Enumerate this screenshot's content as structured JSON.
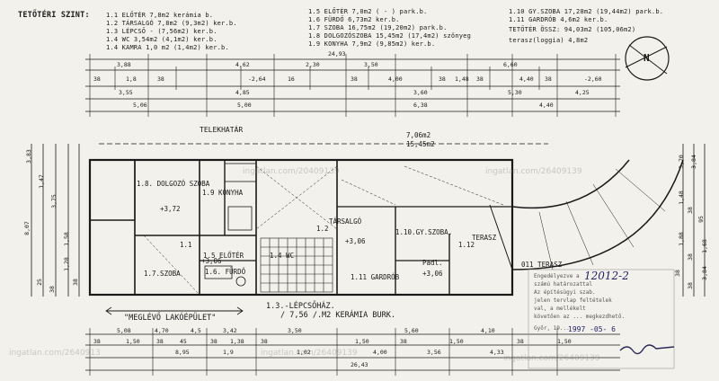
{
  "legend": {
    "title": "TETŐTÉRI SZINT:",
    "col1": [
      "1.1 ELŐTÉR      7,8m2        kerámia b.",
      "1.2 TÁRSALGÓ    7,8m2 (9,3m2) ker.b.",
      "1.3 LÉPCSŐ      -   (7,56m2) ker.b.",
      "1.4 WC          3,54m2 (4,1m2) ker.b.",
      "1.4 KAMRA       1,0 m2 (1,4m2) ker.b."
    ],
    "col2": [
      "1.5 ELŐTÉR      7,0m2 (  -   ) park.b.",
      "1.6 FÜRDŐ       6,73m2        ker.b.",
      "1.7 SZOBA      16,75m2 (19,20m2) park.b.",
      "1.8 DOLGOZÓSZOBA 15,45m2 (17,4m2) szőnyeg",
      "1.9 KONYHA      7,9m2 (9,85m2) ker.b."
    ],
    "col3": [
      "1.10 GY.SZOBA  17,28m2 (19,44m2) park.b.",
      "1.11 GARDRÓB    4,6m2         ker.b.",
      "TETŐTÉR ÖSSZ:  94,03m2 (105,06m2)",
      "         terasz(loggia)   4,8m2"
    ]
  },
  "top_dims": {
    "overall": "24,93",
    "row1": [
      "3,88",
      "4,62",
      "2,30",
      "3,50",
      "6,60"
    ],
    "row2": [
      "38",
      "1,8",
      "38",
      "-2,64",
      "16",
      "38",
      "4,00",
      "38",
      "1,48",
      "38",
      "4,40",
      "38",
      "-2,60"
    ],
    "row3": [
      "3,55",
      "4,85",
      "3,60",
      "5,30",
      "4,25"
    ],
    "row4": [
      "5,06",
      "5,00",
      "6,38",
      "4,40"
    ]
  },
  "labels": {
    "boundary": "TELEKHATÁR",
    "park": [
      "7,06m2",
      "15,45m2"
    ],
    "rooms": [
      "1.8. DOLGOZÓ SZOBA",
      "1.9 KONYHA",
      "1.5 ELŐTÉR",
      "1.7.SZOBA",
      "1.6. FÜRDŐ",
      "1.4 WC",
      "TÁRSALGÓ",
      "1.10.GY.SZOBA.",
      "1.11 GARDRÓB",
      "TERASZ",
      "1.12",
      "Padl.",
      "1.1",
      "1.2"
    ],
    "stair_title": "1.3.-LÉPCSŐHÁZ.",
    "stair_sub": "/ 7,56 /.M2  KERÁMIA BURK.",
    "existing": "\"MEGLÉVŐ LAKÓÉPÜLET\"",
    "levels": [
      "+3,72",
      "+3,06",
      "+3,06",
      "+3,06"
    ],
    "terrace": "011 TERASZ"
  },
  "bottom_dims": {
    "row1": [
      "5,08",
      "4,70",
      "4,5",
      "3,42",
      "3,50",
      "5,60",
      "4,10"
    ],
    "row2": [
      "38",
      "1,50",
      "38",
      "45",
      "38",
      "1,38",
      "38",
      "1,50",
      "38",
      "1,50",
      "38",
      "1,50"
    ],
    "row3": [
      "8,95",
      "1,9",
      "1,02",
      "4,00",
      "3,56",
      "4,33"
    ],
    "overall": "26,43"
  },
  "stamp": {
    "lines": [
      "Engedélyezve a",
      "számú határozattal",
      "Az építésügyi szab.",
      "jelen tervlap feltételek",
      "val, a mellékelt",
      "követően az ... megkezdhető.",
      "Győr, 19..."
    ],
    "handwritten": "12012-2",
    "date": "1997 -05- 6"
  },
  "compass": {
    "label": "N"
  },
  "watermarks": [
    "ingatlan.com/20409139",
    "ingatlan.com/26409139",
    "ingatlan.com/2640913",
    "ingatlan.com/26409139",
    "ingatlan.com/26409139"
  ],
  "right_dims": [
    "3,70",
    "3,84",
    "1,48",
    "38",
    "95",
    "1,88",
    "38",
    "1,68",
    "38",
    "3,84",
    "38"
  ],
  "left_dims": [
    "3,83",
    "1,47",
    "3,75",
    "8,07",
    "1,58",
    "1,28",
    "38",
    "25",
    "38"
  ]
}
